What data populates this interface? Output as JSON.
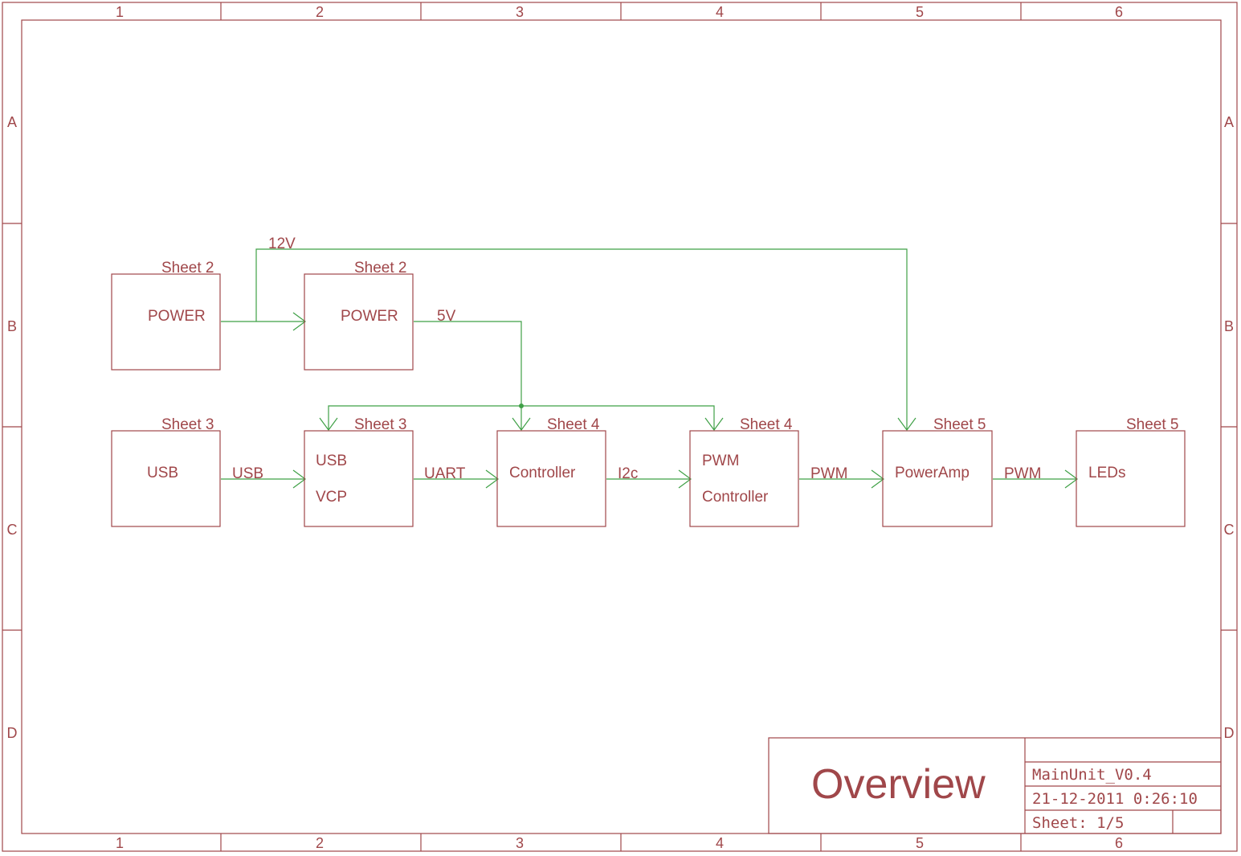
{
  "colors": {
    "frame": "#a0474a",
    "text": "#a0474a",
    "wire": "#3fa046"
  },
  "frame": {
    "columns": [
      "1",
      "2",
      "3",
      "4",
      "5",
      "6"
    ],
    "rows": [
      "A",
      "B",
      "C",
      "D"
    ]
  },
  "blocks": {
    "power1": {
      "sheet": "Sheet 2",
      "lines": [
        "POWER"
      ]
    },
    "power2": {
      "sheet": "Sheet 2",
      "lines": [
        "POWER"
      ]
    },
    "usb": {
      "sheet": "Sheet 3",
      "lines": [
        "USB"
      ]
    },
    "usbvcp": {
      "sheet": "Sheet 3",
      "lines": [
        "USB",
        "VCP"
      ]
    },
    "controller": {
      "sheet": "Sheet 4",
      "lines": [
        "Controller"
      ]
    },
    "pwmctrl": {
      "sheet": "Sheet 4",
      "lines": [
        "PWM",
        "Controller"
      ]
    },
    "poweramp": {
      "sheet": "Sheet 5",
      "lines": [
        "PowerAmp"
      ]
    },
    "leds": {
      "sheet": "Sheet 5",
      "lines": [
        "LEDs"
      ]
    }
  },
  "nets": {
    "v12": "12V",
    "v5": "5V",
    "usb": "USB",
    "uart": "UART",
    "i2c": "I2c",
    "pwm1": "PWM",
    "pwm2": "PWM"
  },
  "title_block": {
    "title": "Overview",
    "design": "MainUnit_V0.4",
    "date": "21-12-2011 0:26:10",
    "sheet": "Sheet: 1/5"
  }
}
